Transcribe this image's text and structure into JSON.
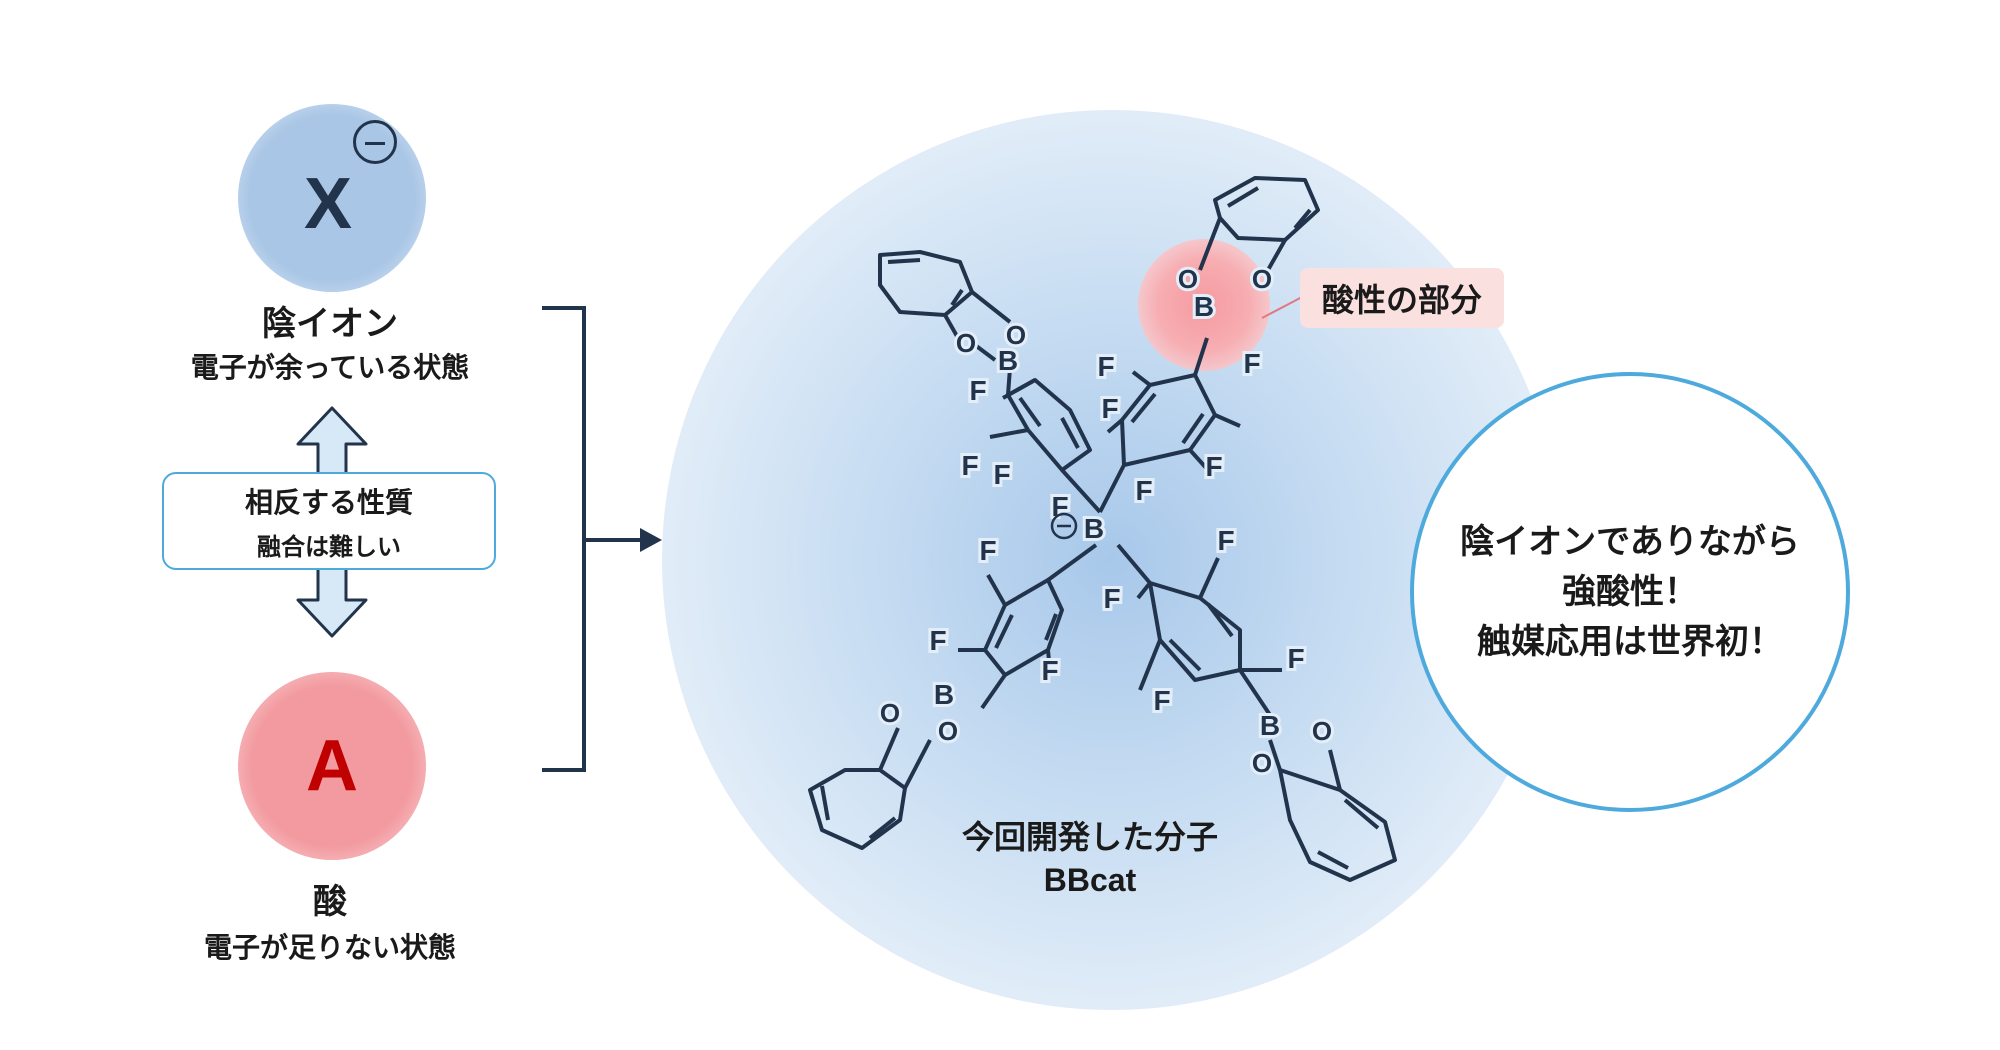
{
  "anion": {
    "symbol": "X",
    "charge": "⊖",
    "title": "陰イオン",
    "desc": "電子が余っている状態",
    "color": "#a9c6e6"
  },
  "acid": {
    "symbol": "A",
    "title": "酸",
    "desc": "電子が足りない状態",
    "color": "#f29a9f"
  },
  "relation": {
    "line1": "相反する性質",
    "line2": "融合は難しい"
  },
  "molecule": {
    "caption": "今回開発した分子",
    "name": "BBcat",
    "callout": "酸性の部分",
    "charge": "⊖"
  },
  "claim": {
    "line1": "陰イオンでありながら",
    "line2": "強酸性！",
    "line3": "触媒応用は世界初！"
  },
  "colors": {
    "accent": "#4eaadc",
    "ink": "#22344c",
    "acid_red": "#c00000"
  }
}
